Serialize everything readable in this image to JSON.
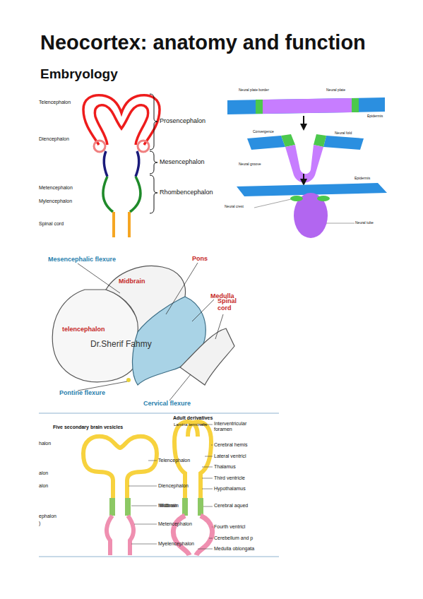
{
  "diagram": {
    "title": "Neocortex: anatomy and function",
    "labels": [
      "Embryology",
      "Telencephalon",
      "Diencephalon",
      "Metencephalon",
      "Mylencephalon",
      "Spinal cord",
      "Prosencephalon",
      "Mesencephalon",
      "Rhombencephalon",
      "Neural plate border",
      "Neural plate",
      "Epidermis",
      "Convergence",
      "Neural fold",
      "Neural groove",
      "Epidermis",
      "Neural crest",
      "Neural tube",
      "Mesencephalic flexure",
      "Pons",
      "Midbrain",
      "Medulla",
      "telencephalon",
      "Spinal cord",
      "Dr.Sherif Fahmy",
      "Pontine flexure",
      "Cervical flexure",
      "Five secondary brain vesicles",
      "Adult derivatives",
      "halon",
      "alon",
      "alon",
      "ephalon",
      ")",
      "Telencephalon",
      "Diencephalon",
      "Midbrain",
      "Metencephalon",
      "Myelencephalon",
      "Lamina terminalis",
      "Interventricular foramen",
      "Cerebral hemis",
      "Lateral ventricl",
      "Thalamus",
      "Third ventricle",
      "Hypothalamus",
      "Midbrain",
      "Cerebral aqued",
      "Fourth ventricl",
      "Cerebellum and p",
      "Medulla oblongata"
    ]
  }
}
